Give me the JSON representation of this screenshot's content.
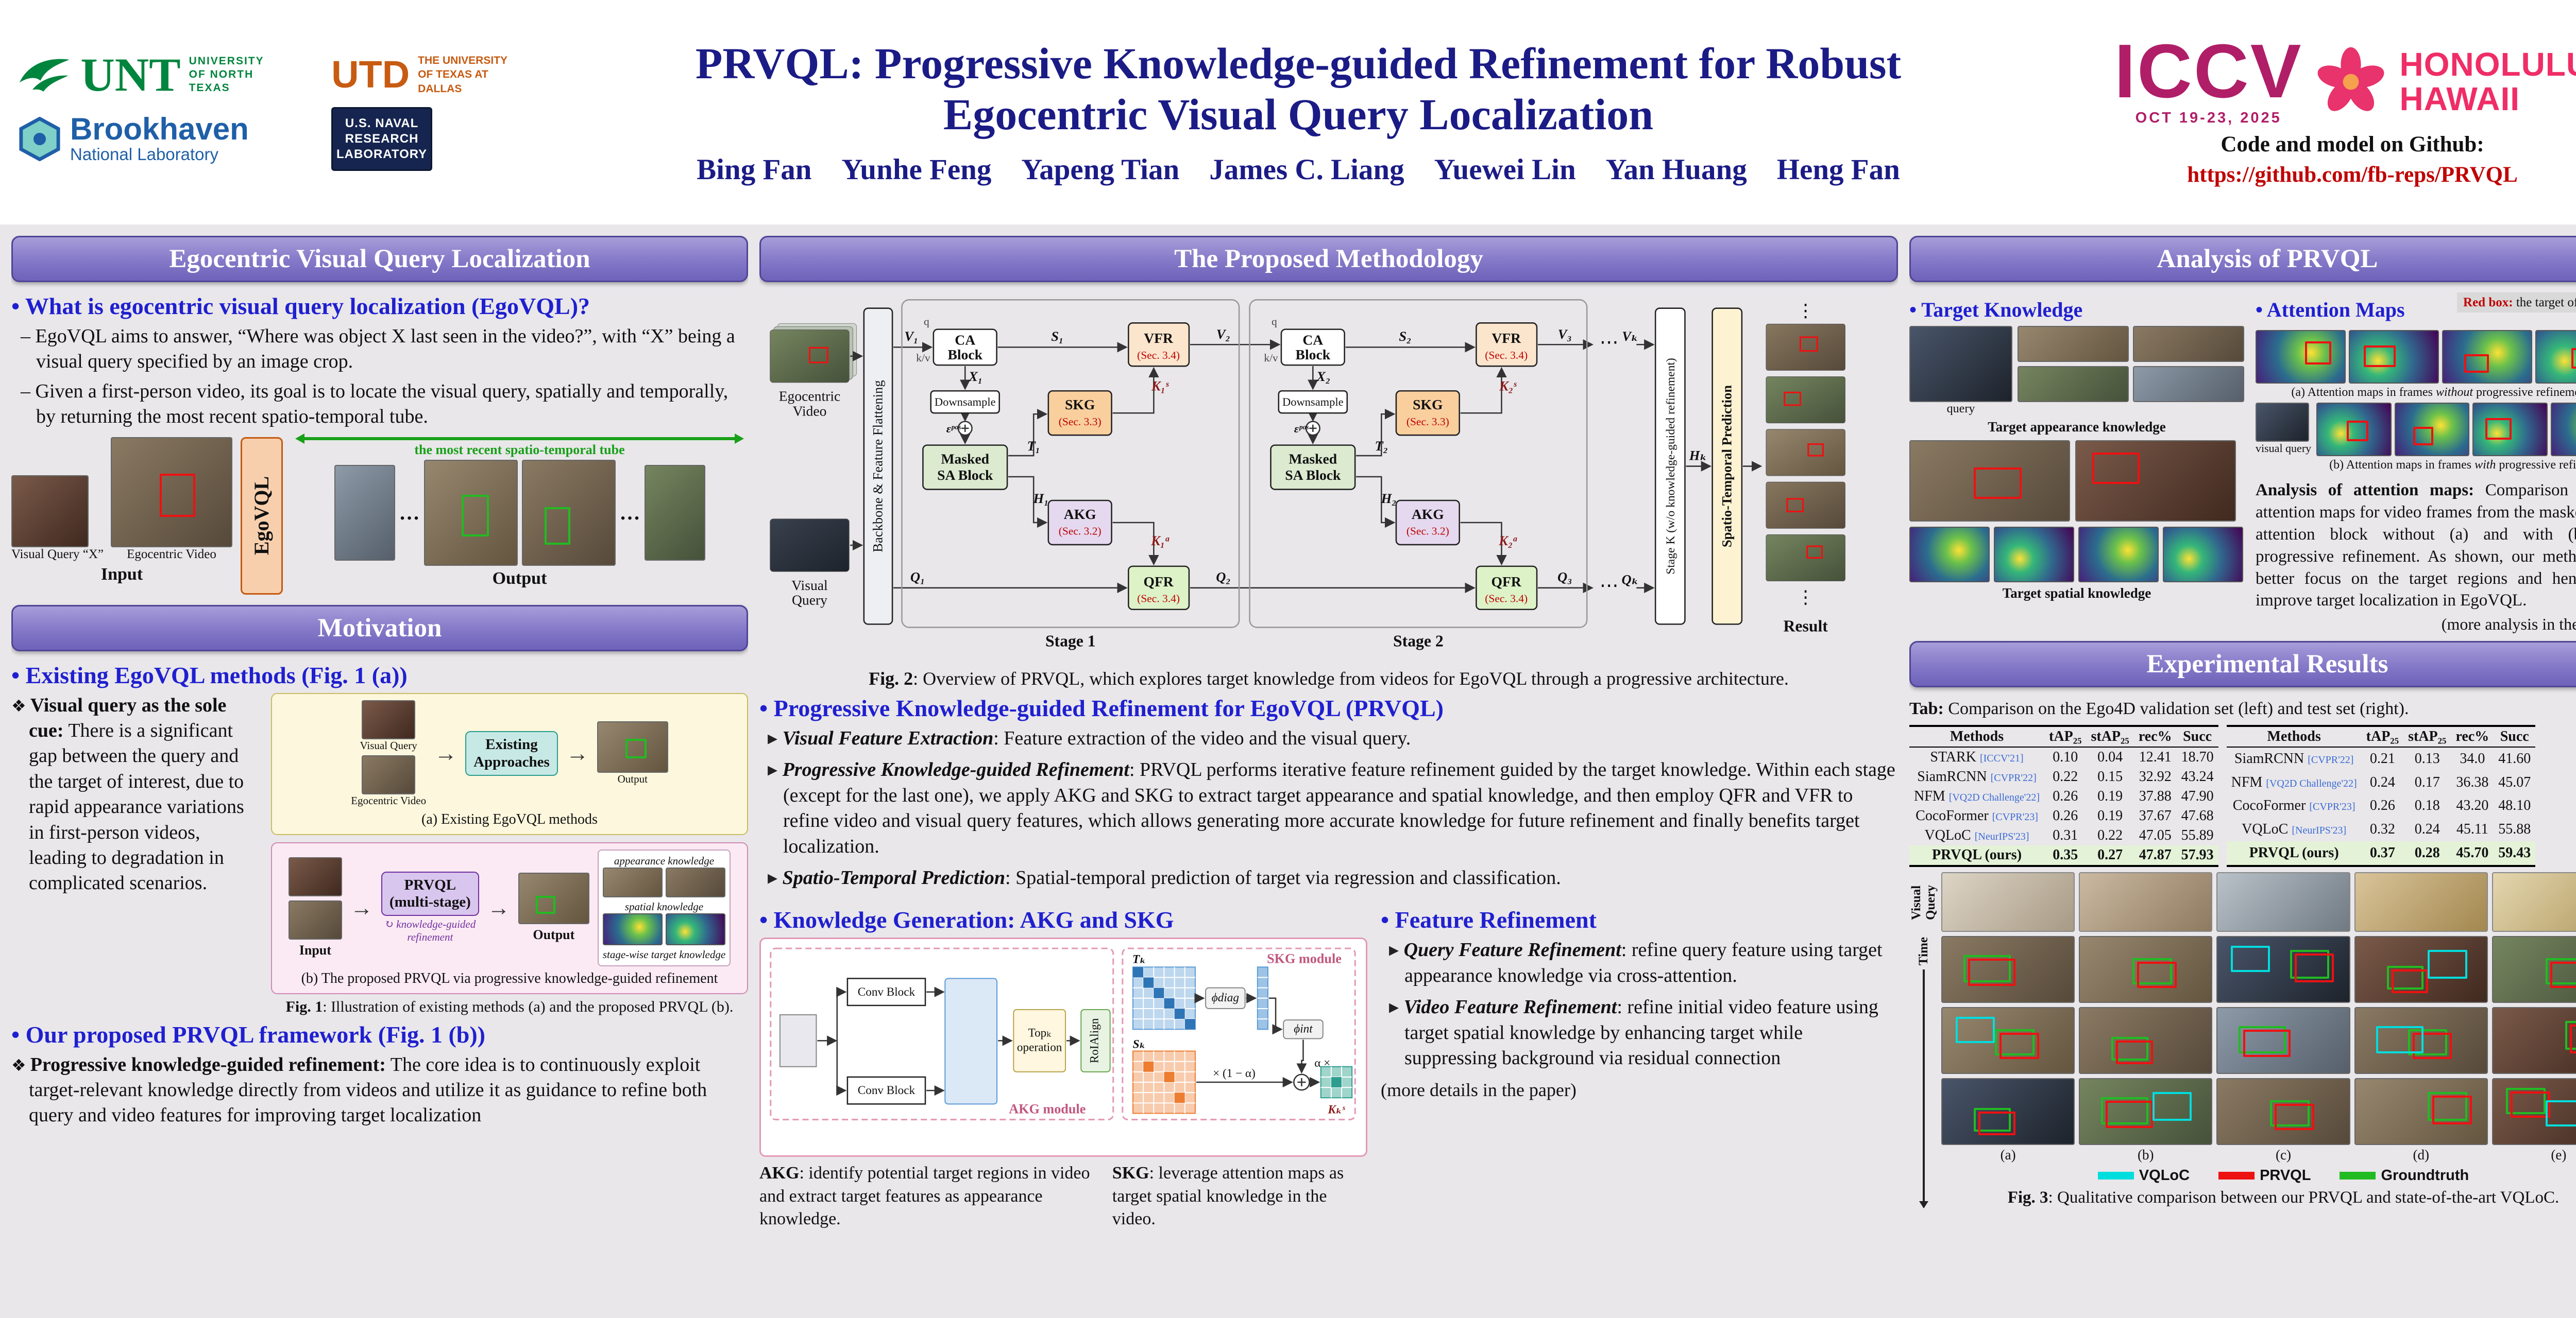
{
  "header": {
    "title_line1": "PRVQL: Progressive Knowledge-guided Refinement for Robust",
    "title_line2": "Egocentric Visual Query Localization",
    "authors": [
      "Bing Fan",
      "Yunhe Feng",
      "Yapeng Tian",
      "James C. Liang",
      "Yuewei Lin",
      "Yan Huang",
      "Heng Fan"
    ],
    "logos": {
      "unt_acronym": "UNT",
      "unt_line1": "UNIVERSITY",
      "unt_line2": "OF NORTH TEXAS",
      "utd_acronym": "UTD",
      "utd_line1": "THE UNIVERSITY",
      "utd_line2": "OF TEXAS AT DALLAS",
      "bnl_name": "Brookhaven",
      "bnl_sub": "National Laboratory",
      "nrl_line1": "U.S. NAVAL",
      "nrl_line2": "RESEARCH",
      "nrl_line3": "LABORATORY"
    },
    "conference": {
      "name": "ICCV",
      "dates": "OCT 19-23, 2025",
      "city": "HONOLULU",
      "state": "HAWAII"
    },
    "code_label": "Code and model on Github:",
    "code_url": "https://github.com/fb-reps/PRVQL"
  },
  "col1": {
    "sec1_title": "Egocentric Visual Query Localization",
    "q_heading": "What is egocentric visual query localization (EgoVQL)?",
    "point1": "EgoVQL aims to answer, “Where was object X last seen in the video?”, with “X” being a visual query specified by an image crop.",
    "point2": "Given a first-person video, its goal is to locate the visual query, spatially and temporally, by returning the most recent spatio-temporal tube.",
    "fig_io": {
      "visual_query": "Visual Query “X”",
      "egocentric_video": "Egocentric Video",
      "egovql": "EgoVQL",
      "tube": "the most recent spatio-temporal tube",
      "input": "Input",
      "output": "Output",
      "dots": "…"
    },
    "sec2_title": "Motivation",
    "existing_heading": "Existing EgoVQL methods (Fig. 1 (a))",
    "existing_lead": "Visual query as the sole cue:",
    "existing_text": " There is a significant gap between the query and the target of interest, due to rapid appearance variations in first-person videos, leading to degradation in complicated scenarios.",
    "fig1": {
      "visual_query": "Visual Query",
      "egocentric_video": "Egocentric Video",
      "input": "Input",
      "existing_box_l1": "Existing",
      "existing_box_l2": "Approaches",
      "output_a": "Output",
      "sub_a": "(a) Existing EgoVQL methods",
      "prvql_box_l1": "PRVQL",
      "prvql_box_l2": "(multi-stage)",
      "refine_note": "knowledge-guided refinement",
      "output_b": "Output",
      "appearance": "appearance knowledge",
      "spatial": "spatial knowledge",
      "stagewise": "stage-wise target knowledge",
      "sub_b": "(b) The proposed PRVQL via progressive knowledge-guided refinement",
      "caption_lead": "Fig. 1",
      "caption_text": ": Illustration of existing methods (a) and the proposed PRVQL (b)."
    },
    "proposed_heading": "Our proposed PRVQL framework (Fig. 1 (b))",
    "proposed_lead": "Progressive knowledge-guided refinement:",
    "proposed_text": " The core idea is to continuously exploit target-relevant knowledge directly from videos and utilize it as guidance to refine both query and video features for improving target localization"
  },
  "col2": {
    "sec_title": "The Proposed Methodology",
    "fig2": {
      "ego_l1": "Egocentric",
      "ego_l2": "Video",
      "vq_l1": "Visual",
      "vq_l2": "Query",
      "backbone": "Backbone & Feature Flattening",
      "stage1_label": "Stage 1",
      "stage2_label": "Stage 2",
      "stagek": "Stage K (w/o knowledge-guided refinement)",
      "stp": "Spatio-Temporal Prediction",
      "result": "Result",
      "ca_l1": "CA",
      "ca_l2": "Block",
      "vfr": "VFR",
      "sec34": "(Sec. 3.4)",
      "downsample": "Downsample",
      "skg": "SKG",
      "sec33": "(Sec. 3.3)",
      "msa_l1": "Masked",
      "msa_l2": "SA Block",
      "akg": "AKG",
      "sec32": "(Sec. 3.2)",
      "qfr": "QFR",
      "q": "q",
      "kv": "k/v",
      "s1": {
        "v_in": "V₁",
        "s": "S₁",
        "x": "X₁",
        "eps": "εᵖᵒˢ",
        "t": "T₁",
        "h": "H₁",
        "ka": "K₁ᵃ",
        "ks": "K₁ˢ",
        "q_in": "Q₁",
        "v_out": "V₂",
        "q_out": "Q₂"
      },
      "s2": {
        "s": "S₂",
        "x": "X₂",
        "eps": "εᵖᵒˢ",
        "t": "T₂",
        "h": "H₂",
        "ka": "K₂ᵃ",
        "ks": "K₂ˢ",
        "v_out": "V₃",
        "q_out": "Q₃"
      },
      "dots": "⋯",
      "vdots": "⋮",
      "v_k": "Vₖ",
      "q_k": "Qₖ",
      "h_k": "Hₖ",
      "caption_lead": "Fig. 2",
      "caption_text": ": Overview of PRVQL, which explores target knowledge from videos for EgoVQL through a progressive architecture."
    },
    "prvql_heading": "Progressive Knowledge-guided Refinement for EgoVQL (PRVQL)",
    "item1_lead": "Visual Feature Extraction",
    "item1_text": ": Feature extraction of the video and the visual query.",
    "item2_lead": "Progressive Knowledge-guided Refinement",
    "item2_text": ": PRVQL performs iterative feature refinement guided by the target knowledge. Within each stage (except for the last one), we apply AKG and SKG to extract target appearance and spatial knowledge, and then employ QFR and VFR to refine video and visual query features, which allows generating more accurate knowledge for future refinement and finally benefits target localization.",
    "item3_lead": "Spatio-Temporal Prediction",
    "item3_text": ": Spatial-temporal prediction of target via regression and classification.",
    "kg_heading": "Knowledge Generation: AKG and SKG",
    "modules": {
      "conv_block": "Conv Block",
      "topk_l1": "Topₖ",
      "topk_l2": "operation",
      "roialign": "RoIAlign",
      "akg_module": "AKG module",
      "skg_module": "SKG module",
      "phi_diag": "ϕdiag",
      "phi_int": "ϕint",
      "alpha_l": "× (1 − α)",
      "alpha_r": "α ×",
      "t_k": "Tₖ",
      "s_k": "Sₖ",
      "k_ks": "Kₖˢ"
    },
    "akg_lead": "AKG",
    "akg_text": ": identify potential target regions in video and extract target features as appearance knowledge.",
    "skg_lead": "SKG",
    "skg_text": ": leverage attention maps as target spatial knowledge in the video.",
    "fr_heading": "Feature Refinement",
    "fr1_lead": "Query Feature Refinement",
    "fr1_text": ": refine query feature using target appearance knowledge via cross-attention.",
    "fr2_lead": "Video Feature Refinement",
    "fr2_text": ": refine initial video feature using target spatial knowledge by enhancing target while suppressing background via residual connection",
    "more_details": "(more details in the paper)"
  },
  "col3": {
    "sec1_title": "Analysis of PRVQL",
    "tk_heading": "Target Knowledge",
    "am_heading": "Attention Maps",
    "redbox_lead": "Red box:",
    "redbox_text": " the target of interest",
    "query_label": "query",
    "appearance_label": "Target appearance knowledge",
    "spatial_label": "Target spatial knowledge",
    "visual_query_label": "visual query",
    "attn_a_pre": "(a) Attention maps in frames ",
    "attn_a_em": "without",
    "attn_a_post": " progressive refinement",
    "attn_b_pre": "(b) Attention maps in frames ",
    "attn_b_em": "with",
    "attn_b_post": " progressive refinement",
    "analysis_lead": "Analysis of attention maps:",
    "analysis_text": " Comparison of the attention maps for video frames from the masked self-attention block without (a) and with (b) our progressive refinement. As shown, our method can better focus on the target regions and hence can improve target localization in EgoVQL.",
    "more_analysis": "(more analysis in the paper)",
    "sec2_title": "Experimental Results",
    "tab_lead": "Tab:",
    "tab_text": " Comparison on the Ego4D validation set (left) and test set (right).",
    "tables": {
      "headers": [
        "Methods",
        "tAP₂₅",
        "stAP₂₅",
        "rec%",
        "Succ"
      ],
      "left_rows": [
        {
          "method": "STARK",
          "cite": "[ICCV'21]",
          "vals": [
            "0.10",
            "0.04",
            "12.41",
            "18.70"
          ]
        },
        {
          "method": "SiamRCNN",
          "cite": "[CVPR'22]",
          "vals": [
            "0.22",
            "0.15",
            "32.92",
            "43.24"
          ]
        },
        {
          "method": "NFM",
          "cite": "[VQ2D Challenge'22]",
          "vals": [
            "0.26",
            "0.19",
            "37.88",
            "47.90"
          ]
        },
        {
          "method": "CocoFormer",
          "cite": "[CVPR'23]",
          "vals": [
            "0.26",
            "0.19",
            "37.67",
            "47.68"
          ]
        },
        {
          "method": "VQLoC",
          "cite": "[NeurIPS'23]",
          "vals": [
            "0.31",
            "0.22",
            "47.05",
            "55.89"
          ]
        },
        {
          "method": "PRVQL (ours)",
          "cite": "",
          "vals": [
            "0.35",
            "0.27",
            "47.87",
            "57.93"
          ]
        }
      ],
      "right_rows": [
        {
          "method": "SiamRCNN",
          "cite": "[CVPR'22]",
          "vals": [
            "0.21",
            "0.13",
            "34.0",
            "41.60"
          ]
        },
        {
          "method": "NFM",
          "cite": "[VQ2D Challenge'22]",
          "vals": [
            "0.24",
            "0.17",
            "36.38",
            "45.07"
          ]
        },
        {
          "method": "CocoFormer",
          "cite": "[CVPR'23]",
          "vals": [
            "0.26",
            "0.18",
            "43.20",
            "48.10"
          ]
        },
        {
          "method": "VQLoC",
          "cite": "[NeurIPS'23]",
          "vals": [
            "0.32",
            "0.24",
            "45.11",
            "55.88"
          ]
        },
        {
          "method": "PRVQL (ours)",
          "cite": "",
          "vals": [
            "0.37",
            "0.28",
            "45.70",
            "59.43"
          ]
        }
      ]
    },
    "fig3": {
      "visual_query": "Visual Query",
      "time": "Time",
      "legend": [
        {
          "label": "VQLoC",
          "color": "#00dddd"
        },
        {
          "label": "PRVQL",
          "color": "#ee1111"
        },
        {
          "label": "Groundtruth",
          "color": "#22bb22"
        }
      ],
      "cols": [
        "(a)",
        "(b)",
        "(c)",
        "(d)",
        "(e)"
      ],
      "caption_lead": "Fig. 3",
      "caption_text": ": Qualitative comparison between our PRVQL and state-of-the-art VQLoC."
    }
  }
}
